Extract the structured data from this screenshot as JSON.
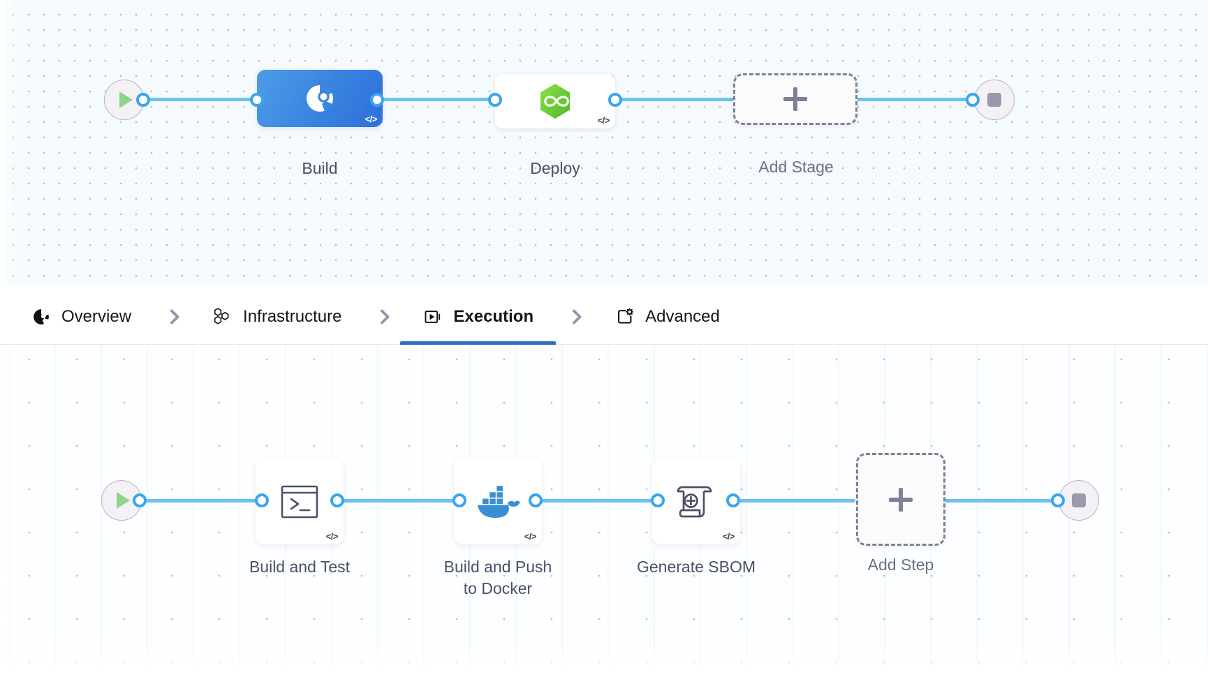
{
  "stage_canvas": {
    "start_node": {
      "name": "pipeline-start",
      "icon": "play-icon"
    },
    "end_node": {
      "name": "pipeline-end",
      "icon": "stop-icon"
    },
    "nodes": [
      {
        "label": "Build",
        "icon": "harness-ci-icon",
        "badge": "</>",
        "selected": true
      },
      {
        "label": "Deploy",
        "icon": "harness-cd-icon",
        "badge": "</>",
        "selected": false
      }
    ],
    "add_node": {
      "label": "Add Stage",
      "icon": "plus-icon"
    }
  },
  "tabs": [
    {
      "label": "Overview",
      "icon": "harness-logo-icon",
      "active": false
    },
    {
      "label": "Infrastructure",
      "icon": "hexagons-icon",
      "active": false
    },
    {
      "label": "Execution",
      "icon": "play-box-icon",
      "active": true
    },
    {
      "label": "Advanced",
      "icon": "gear-card-icon",
      "active": false
    }
  ],
  "tab_separator": "chevron-right-icon",
  "step_canvas": {
    "start_node": {
      "name": "execution-start",
      "icon": "play-icon"
    },
    "end_node": {
      "name": "execution-end",
      "icon": "stop-icon"
    },
    "nodes": [
      {
        "label": "Build and Test",
        "icon": "terminal-icon",
        "badge": "</>"
      },
      {
        "label": "Build and Push\nto Docker",
        "icon": "docker-icon",
        "badge": "</>"
      },
      {
        "label": "Generate SBOM",
        "icon": "sbom-scroll-icon",
        "badge": "</>"
      }
    ],
    "add_node": {
      "label": "Add Step",
      "icon": "plus-icon"
    }
  },
  "colors": {
    "accent_blue": "#2b70c4",
    "pipe_blue": "#6cc2f0",
    "port_blue": "#3ba5ee",
    "selected_stage": "#3a86e0",
    "label_text": "#4b5068",
    "dashed_border": "#7c8196"
  }
}
